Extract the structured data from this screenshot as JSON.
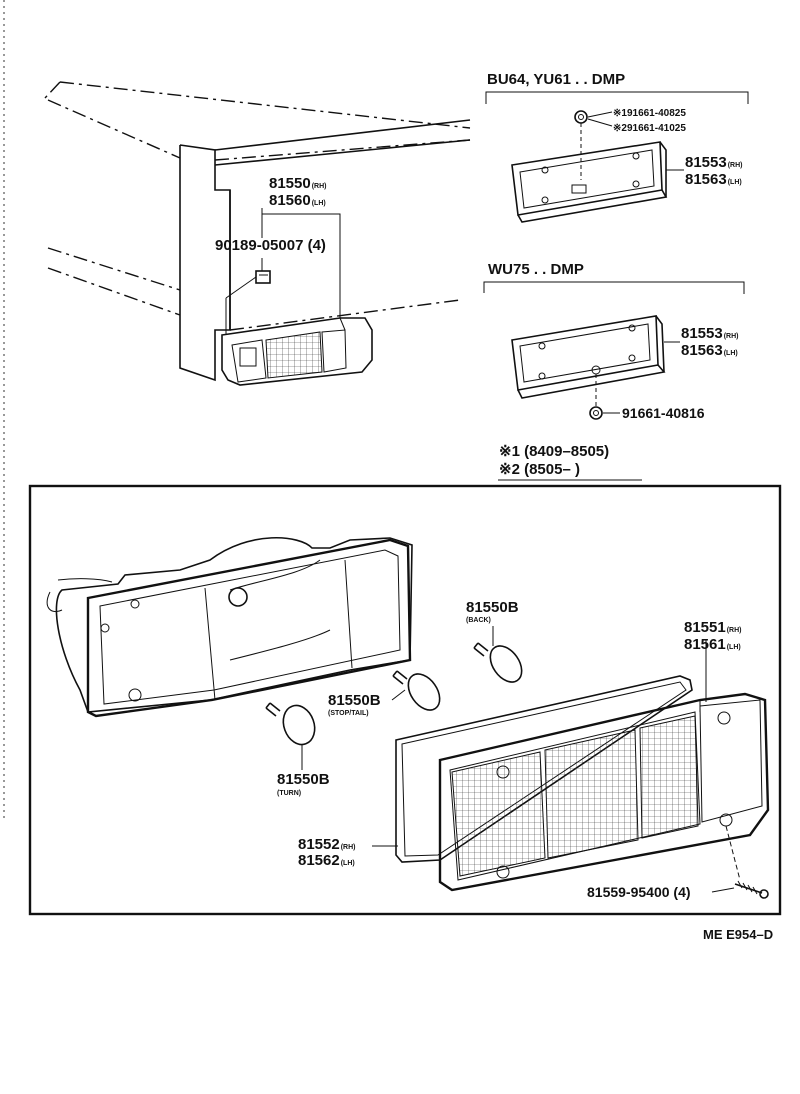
{
  "top_left": {
    "part_rh": "81550",
    "tag_rh": "(RH)",
    "part_lh": "81560",
    "tag_lh": "(LH)",
    "screw": "90189-05007 (4)"
  },
  "group1": {
    "title": "BU64, YU61 . . DMP",
    "note1": "※191661-40825",
    "note2": "※291661-41025",
    "part_rh": "81553",
    "tag_rh": "(RH)",
    "part_lh": "81563",
    "tag_lh": "(LH)"
  },
  "group2": {
    "title": "WU75 . . DMP",
    "part_rh": "81553",
    "tag_rh": "(RH)",
    "part_lh": "81563",
    "tag_lh": "(LH)",
    "bolt": "91661-40816"
  },
  "legend": {
    "line1": "※1 (8409–8505)",
    "line2": "※2 (8505–        )"
  },
  "detail": {
    "bulb_back": "81550B",
    "bulb_back_note": "(BACK)",
    "bulb_stop": "81550B",
    "bulb_stop_note": "(STOP/TAIL)",
    "bulb_turn": "81550B",
    "bulb_turn_note": "(TURN)",
    "lens_rh": "81551",
    "lens_rh_tag": "(RH)",
    "lens_lh": "81561",
    "lens_lh_tag": "(LH)",
    "gasket_rh": "81552",
    "gasket_rh_tag": "(RH)",
    "gasket_lh": "81562",
    "gasket_lh_tag": "(LH)",
    "screw": "81559-95400 (4)"
  },
  "figure_code": "ME E954–D"
}
